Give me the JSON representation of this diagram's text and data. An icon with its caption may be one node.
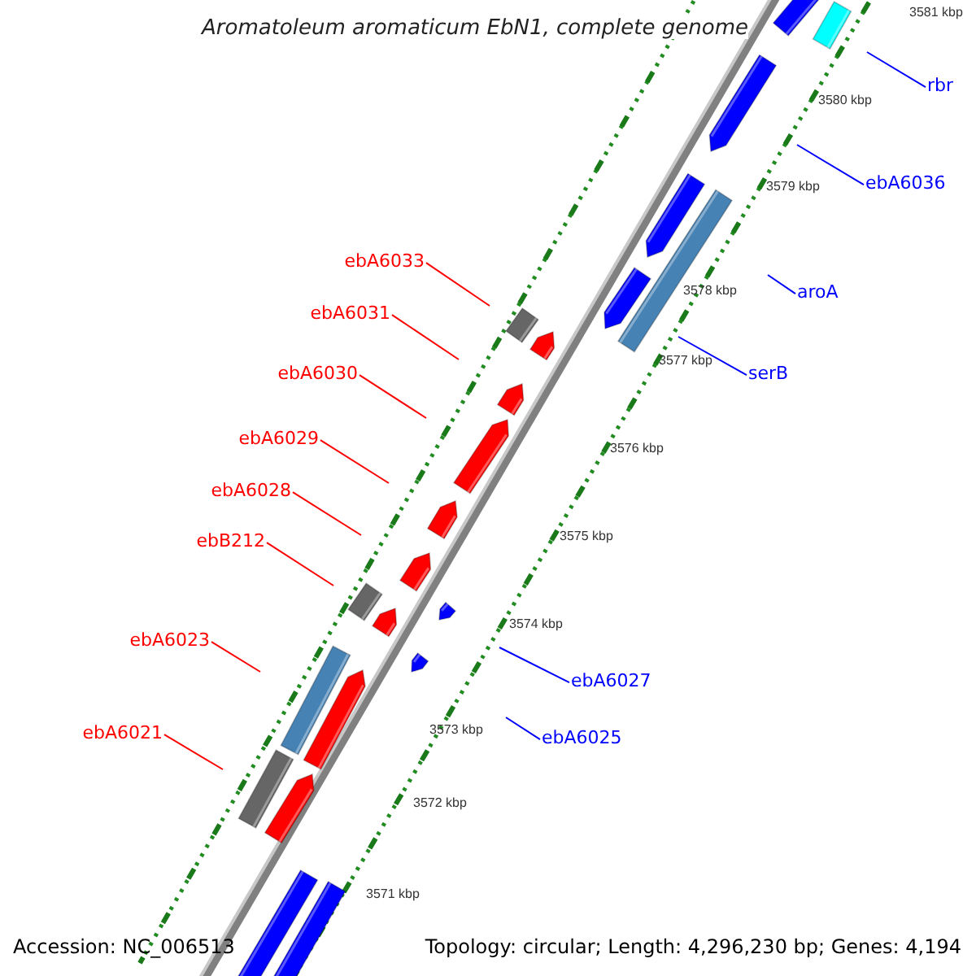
{
  "diagram": {
    "title": "Aromatoleum aromaticum EbN1, complete genome",
    "nodes": [
      {
        "text": [
          "rbr"
        ]
      },
      {
        "text": [
          "ebA6036"
        ]
      },
      {
        "text": [
          "ebA6033"
        ]
      },
      {
        "text": [
          "aroA"
        ]
      },
      {
        "text": [
          "ebA6031"
        ]
      },
      {
        "text": [
          "serB"
        ]
      },
      {
        "text": [
          "ebA6030"
        ]
      },
      {
        "text": [
          "ebA6029"
        ]
      },
      {
        "text": [
          "ebA6028"
        ]
      },
      {
        "text": [
          "ebB212"
        ]
      },
      {
        "text": [
          "ebA6023"
        ]
      },
      {
        "text": [
          "ebA6027"
        ]
      },
      {
        "text": [
          "ebA6025"
        ]
      },
      {
        "text": [
          "ebA6021"
        ]
      }
    ],
    "edges": [
      {
        "from": 0,
        "to": null,
        "arrow": "none",
        "color": "#0000ff"
      },
      {
        "from": 1,
        "to": null,
        "arrow": "none",
        "color": "#0000ff"
      },
      {
        "from": 2,
        "to": null,
        "arrow": "none"
      },
      {
        "from": 3,
        "to": null,
        "arrow": "none",
        "color": "#0000ff"
      },
      {
        "from": 4,
        "to": null,
        "arrow": "none"
      },
      {
        "from": 5,
        "to": null,
        "arrow": "none",
        "color": "#0000ff"
      },
      {
        "from": 6,
        "to": null,
        "arrow": "none"
      },
      {
        "from": 7,
        "to": null,
        "arrow": "none"
      },
      {
        "from": 8,
        "to": null,
        "arrow": "none"
      },
      {
        "from": 9,
        "to": null,
        "arrow": "none"
      },
      {
        "from": 10,
        "to": null,
        "arrow": "none"
      },
      {
        "from": 11,
        "to": null,
        "arrow": "none",
        "color": "#0000ff"
      },
      {
        "from": 12,
        "to": null,
        "arrow": "none",
        "color": "#0000ff"
      },
      {
        "from": 13,
        "to": null,
        "arrow": "none"
      }
    ],
    "labels": [
      "3581 kbp",
      "3580 kbp",
      "3579 kbp",
      "3578 kbp",
      "3577 kbp",
      "3576 kbp",
      "3575 kbp",
      "3574 kbp",
      "3573 kbp",
      "3572 kbp",
      "3571 kbp",
      "Accession: NC_006513",
      "Topology: circular; Length: 4,296,230 bp; Genes: 4,194"
    ]
  }
}
